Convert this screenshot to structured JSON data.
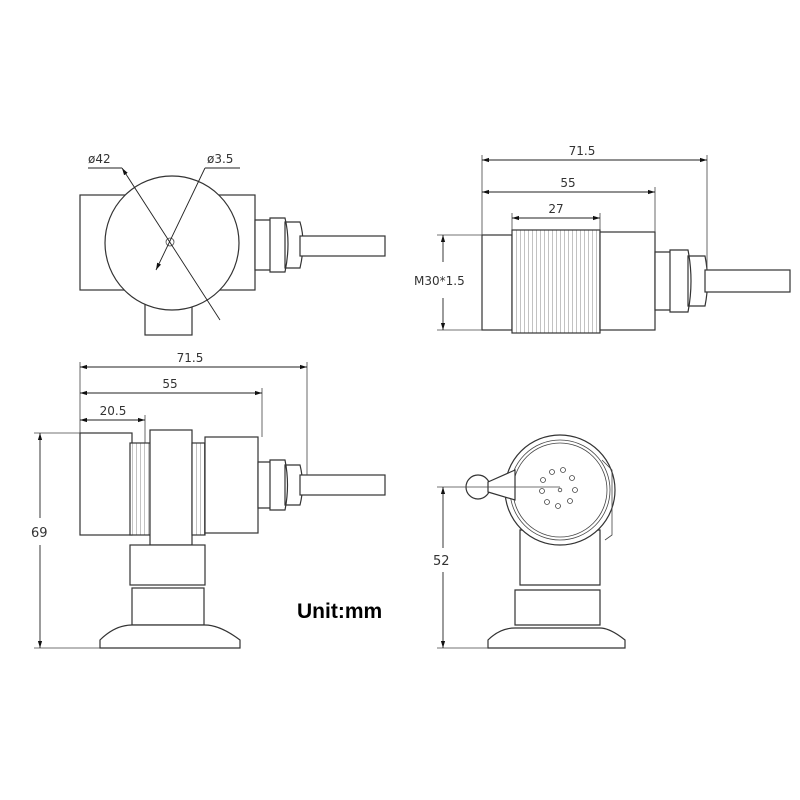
{
  "title": "Sensor dimension drawing",
  "front_view": {
    "diameter_body": "ø42",
    "diameter_hole": "ø3.5"
  },
  "side_view_top": {
    "overall_length": "71.5",
    "body_length": "55",
    "thread_length": "27",
    "thread_spec": "M30*1.5"
  },
  "side_view_bottom": {
    "overall_length": "71.5",
    "body_length": "55",
    "thread_length": "20.5",
    "height": "69"
  },
  "end_view_bottom": {
    "height": "52"
  },
  "unit_label": "Unit:mm",
  "colors": {
    "line": "#333333",
    "background": "#ffffff"
  }
}
